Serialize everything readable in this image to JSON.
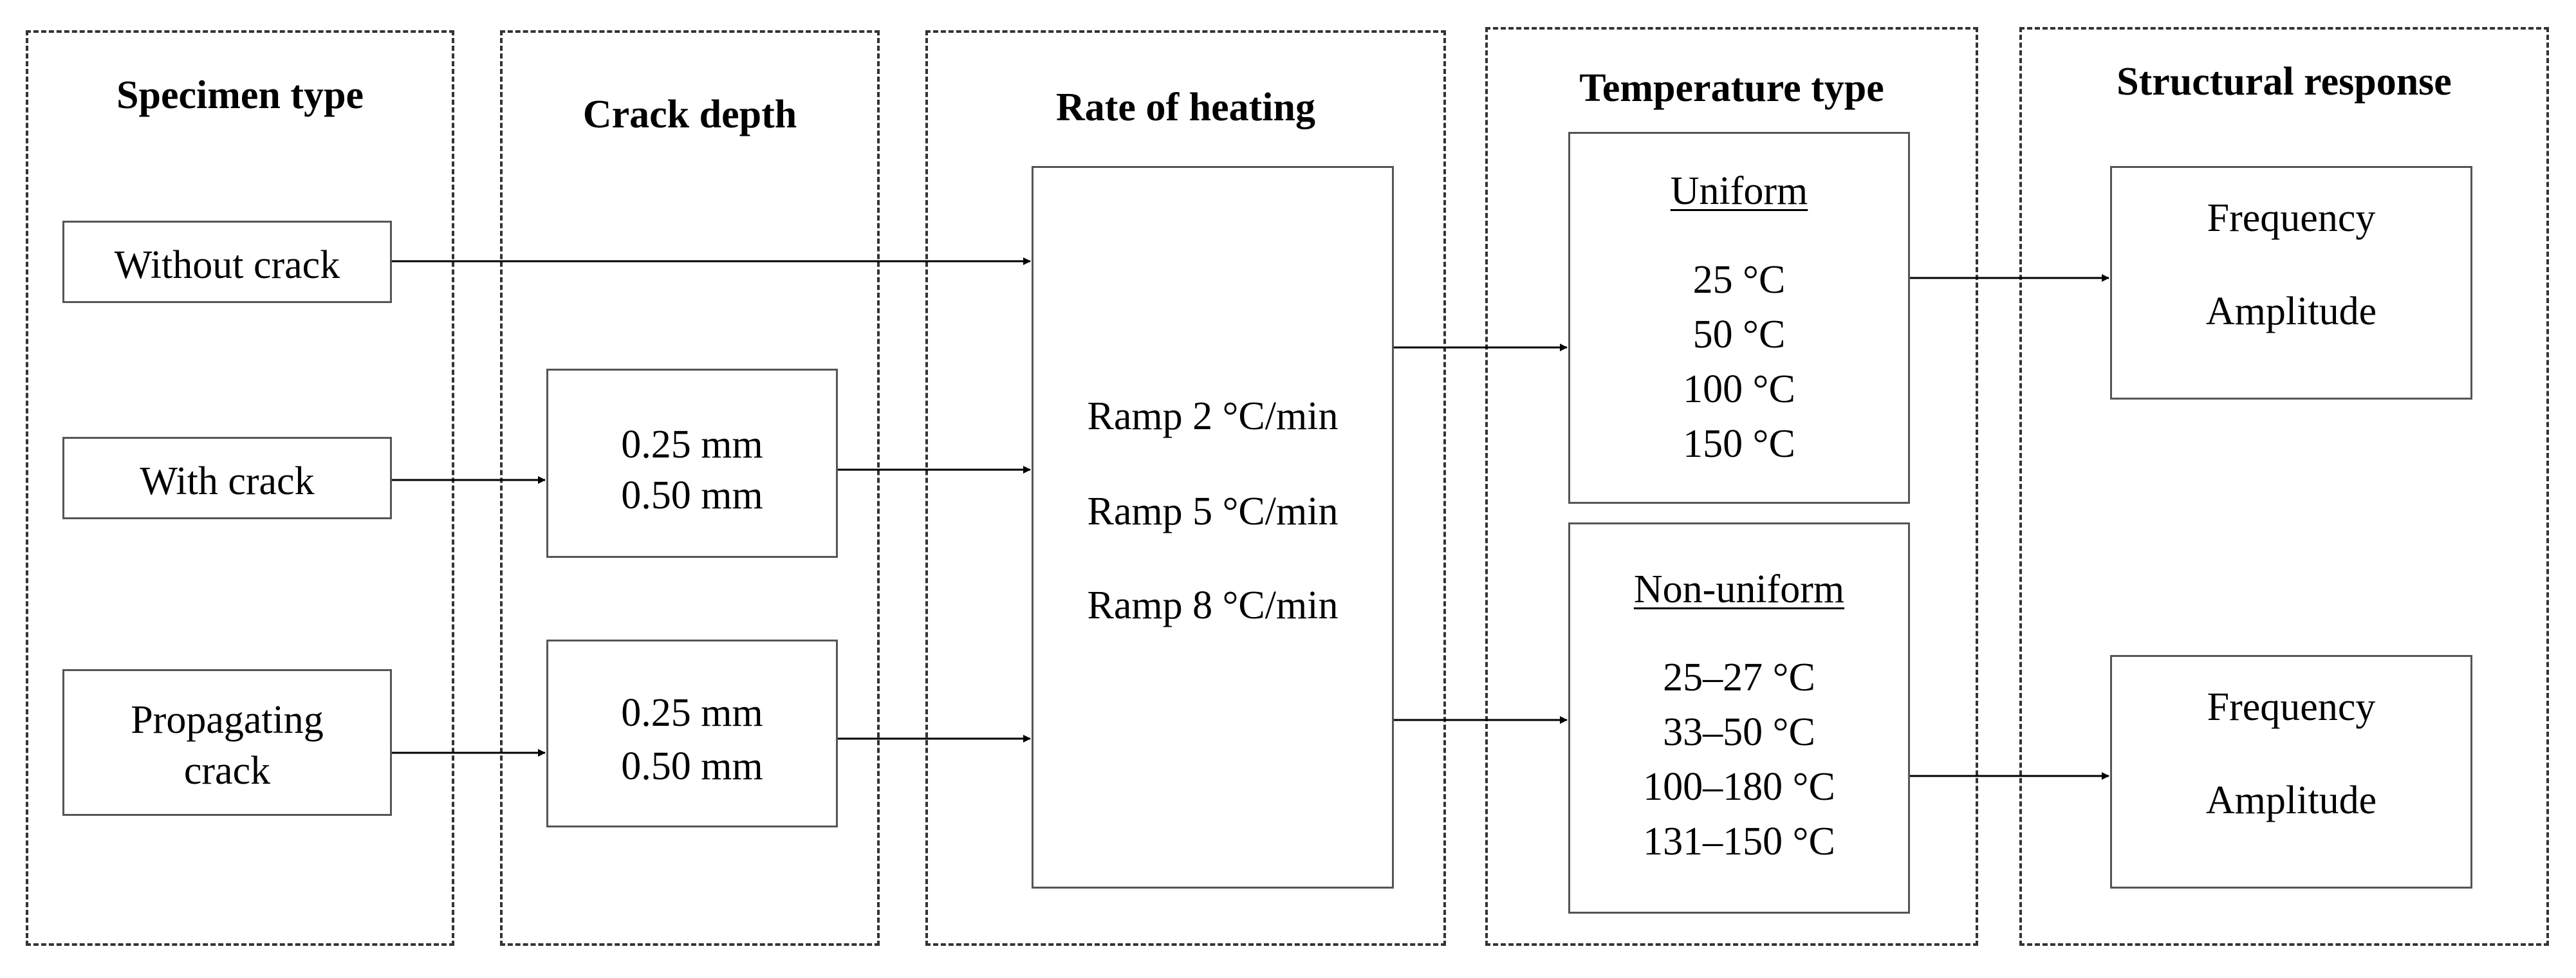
{
  "columns": {
    "specimen": {
      "title": "Specimen type"
    },
    "crack_depth": {
      "title": "Crack depth"
    },
    "heating": {
      "title": "Rate of heating"
    },
    "temperature": {
      "title": "Temperature type"
    },
    "response": {
      "title": "Structural response"
    }
  },
  "specimen": {
    "without": "Without crack",
    "with": "With crack",
    "propagating_line1": "Propagating",
    "propagating_line2": "crack"
  },
  "crack_depth": {
    "upper": [
      "0.25 mm",
      "0.50 mm"
    ],
    "lower": [
      "0.25 mm",
      "0.50 mm"
    ]
  },
  "heating": {
    "rates": [
      "Ramp 2 °C/min",
      "Ramp 5 °C/min",
      "Ramp 8 °C/min"
    ]
  },
  "temperature": {
    "uniform": {
      "label": "Uniform",
      "values": [
        "25 °C",
        "50 °C",
        "100 °C",
        "150 °C"
      ]
    },
    "nonuniform": {
      "label": "Non-uniform",
      "values": [
        "25–27 °C",
        "33–50 °C",
        "100–180 °C",
        "131–150 °C"
      ]
    }
  },
  "response": {
    "upper": [
      "Frequency",
      "Amplitude"
    ],
    "lower": [
      "Frequency",
      "Amplitude"
    ]
  }
}
